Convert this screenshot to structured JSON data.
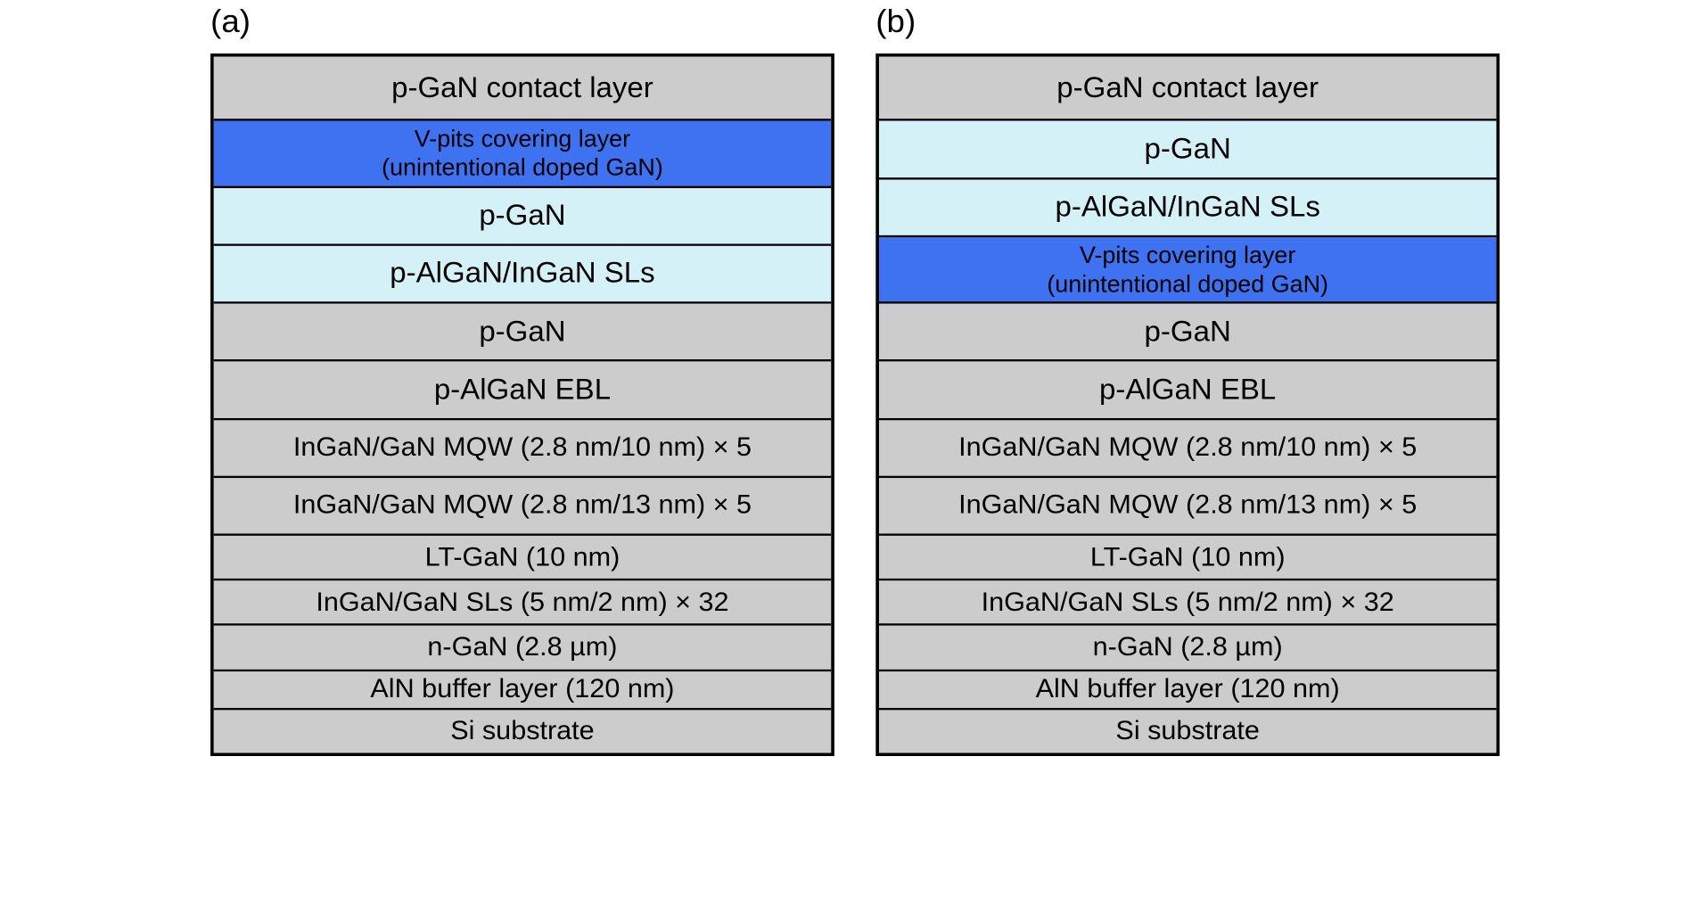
{
  "figure": {
    "panels": [
      {
        "label": "(a)",
        "name": "panel-a",
        "layers": [
          {
            "name": "p-gan-contact-layer",
            "lines": [
              "p-GaN contact layer"
            ],
            "fill": "gray",
            "size": "lg",
            "height": 58
          },
          {
            "name": "v-pits-covering-layer",
            "lines": [
              "V-pits covering layer",
              "(unintentional doped GaN)"
            ],
            "fill": "blue",
            "size": "sm",
            "height": 60
          },
          {
            "name": "p-gan-upper",
            "lines": [
              "p-GaN"
            ],
            "fill": "cyan",
            "size": "lg",
            "height": 52
          },
          {
            "name": "p-algan-ingan-sls",
            "lines": [
              "p-AlGaN/InGaN SLs"
            ],
            "fill": "cyan",
            "size": "lg",
            "height": 52
          },
          {
            "name": "p-gan-lower",
            "lines": [
              "p-GaN"
            ],
            "fill": "gray",
            "size": "lg",
            "height": 52
          },
          {
            "name": "p-algan-ebl",
            "lines": [
              "p-AlGaN EBL"
            ],
            "fill": "gray",
            "size": "lg",
            "height": 52
          },
          {
            "name": "ingan-gan-mqw-10nm",
            "lines": [
              "InGaN/GaN MQW (2.8 nm/10 nm) × 5"
            ],
            "fill": "gray",
            "size": "md",
            "height": 52
          },
          {
            "name": "ingan-gan-mqw-13nm",
            "lines": [
              "InGaN/GaN MQW (2.8 nm/13 nm) × 5"
            ],
            "fill": "gray",
            "size": "md",
            "height": 52
          },
          {
            "name": "lt-gan",
            "lines": [
              "LT-GaN (10 nm)"
            ],
            "fill": "gray",
            "size": "md",
            "height": 40
          },
          {
            "name": "ingan-gan-sls",
            "lines": [
              "InGaN/GaN SLs (5 nm/2 nm) × 32"
            ],
            "fill": "gray",
            "size": "md",
            "height": 40
          },
          {
            "name": "n-gan",
            "lines": [
              "n-GaN (2.8 µm)"
            ],
            "fill": "gray",
            "size": "md",
            "height": 40
          },
          {
            "name": "aln-buffer-layer",
            "lines": [
              "AlN buffer layer (120 nm)"
            ],
            "fill": "gray",
            "size": "md",
            "height": 34
          },
          {
            "name": "si-substrate",
            "lines": [
              "Si substrate"
            ],
            "fill": "gray",
            "size": "md",
            "height": 40
          }
        ]
      },
      {
        "label": "(b)",
        "name": "panel-b",
        "layers": [
          {
            "name": "p-gan-contact-layer",
            "lines": [
              "p-GaN contact layer"
            ],
            "fill": "gray",
            "size": "lg",
            "height": 58
          },
          {
            "name": "p-gan-upper",
            "lines": [
              "p-GaN"
            ],
            "fill": "cyan",
            "size": "lg",
            "height": 52
          },
          {
            "name": "p-algan-ingan-sls",
            "lines": [
              "p-AlGaN/InGaN SLs"
            ],
            "fill": "cyan",
            "size": "lg",
            "height": 52
          },
          {
            "name": "v-pits-covering-layer",
            "lines": [
              "V-pits covering layer",
              "(unintentional doped GaN)"
            ],
            "fill": "blue",
            "size": "sm",
            "height": 60
          },
          {
            "name": "p-gan-lower",
            "lines": [
              "p-GaN"
            ],
            "fill": "gray",
            "size": "lg",
            "height": 52
          },
          {
            "name": "p-algan-ebl",
            "lines": [
              "p-AlGaN EBL"
            ],
            "fill": "gray",
            "size": "lg",
            "height": 52
          },
          {
            "name": "ingan-gan-mqw-10nm",
            "lines": [
              "InGaN/GaN MQW (2.8 nm/10 nm) × 5"
            ],
            "fill": "gray",
            "size": "md",
            "height": 52
          },
          {
            "name": "ingan-gan-mqw-13nm",
            "lines": [
              "InGaN/GaN MQW (2.8 nm/13 nm) × 5"
            ],
            "fill": "gray",
            "size": "md",
            "height": 52
          },
          {
            "name": "lt-gan",
            "lines": [
              "LT-GaN (10 nm)"
            ],
            "fill": "gray",
            "size": "md",
            "height": 40
          },
          {
            "name": "ingan-gan-sls",
            "lines": [
              "InGaN/GaN SLs (5 nm/2 nm) × 32"
            ],
            "fill": "gray",
            "size": "md",
            "height": 40
          },
          {
            "name": "n-gan",
            "lines": [
              "n-GaN (2.8 µm)"
            ],
            "fill": "gray",
            "size": "md",
            "height": 40
          },
          {
            "name": "aln-buffer-layer",
            "lines": [
              "AlN buffer layer (120 nm)"
            ],
            "fill": "gray",
            "size": "md",
            "height": 34
          },
          {
            "name": "si-substrate",
            "lines": [
              "Si substrate"
            ],
            "fill": "gray",
            "size": "md",
            "height": 40
          }
        ]
      }
    ],
    "colors": {
      "gray": "#cccccc",
      "blue": "#3f72f0",
      "cyan": "#d5f1f8",
      "outline": "#000000",
      "background": "#ffffff"
    }
  }
}
